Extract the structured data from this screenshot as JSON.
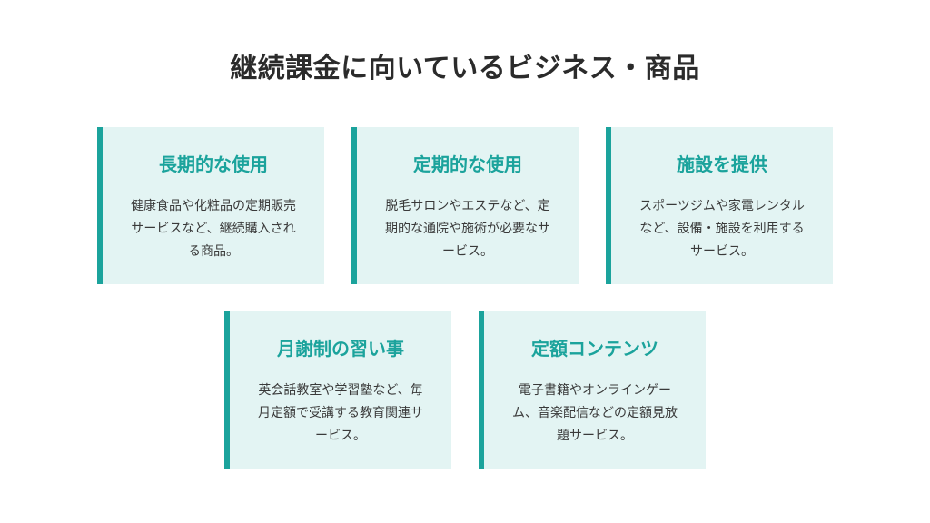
{
  "title": "継続課金に向いているビジネス・商品",
  "accent_color": "#1ba39c",
  "card_bg_color": "#e3f4f3",
  "cards": [
    {
      "title": "長期的な使用",
      "description": "健康食品や化粧品の定期販売サービスなど、継続購入される商品。"
    },
    {
      "title": "定期的な使用",
      "description": "脱毛サロンやエステなど、定期的な通院や施術が必要なサービス。"
    },
    {
      "title": "施設を提供",
      "description": "スポーツジムや家電レンタルなど、設備・施設を利用するサービス。"
    },
    {
      "title": "月謝制の習い事",
      "description": "英会話教室や学習塾など、毎月定額で受講する教育関連サービス。"
    },
    {
      "title": "定額コンテンツ",
      "description": "電子書籍やオンラインゲーム、音楽配信などの定額見放題サービス。"
    }
  ]
}
